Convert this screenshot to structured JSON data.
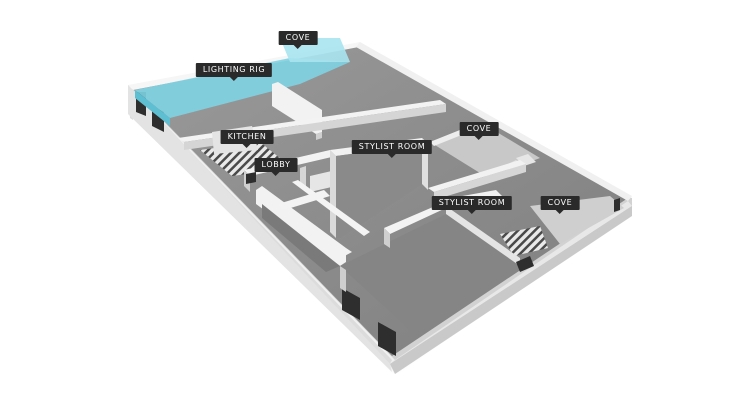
{
  "floor_plan": {
    "labels": {
      "cove_top": "COVE",
      "lighting_rig": "LIGHTING RIG",
      "kitchen": "KITCHEN",
      "lobby": "LOBBY",
      "stylist_room_1": "STYLIST ROOM",
      "cove_right_upper": "COVE",
      "stylist_room_2": "STYLIST ROOM",
      "cove_right_lower": "COVE"
    },
    "colors": {
      "floor": "#8d8d8d",
      "wall_top": "#f4f4f4",
      "wall_side": "#d0d0d0",
      "cove_highlight": "#7fd3e3",
      "label_bg": "#2a2a2a"
    }
  }
}
